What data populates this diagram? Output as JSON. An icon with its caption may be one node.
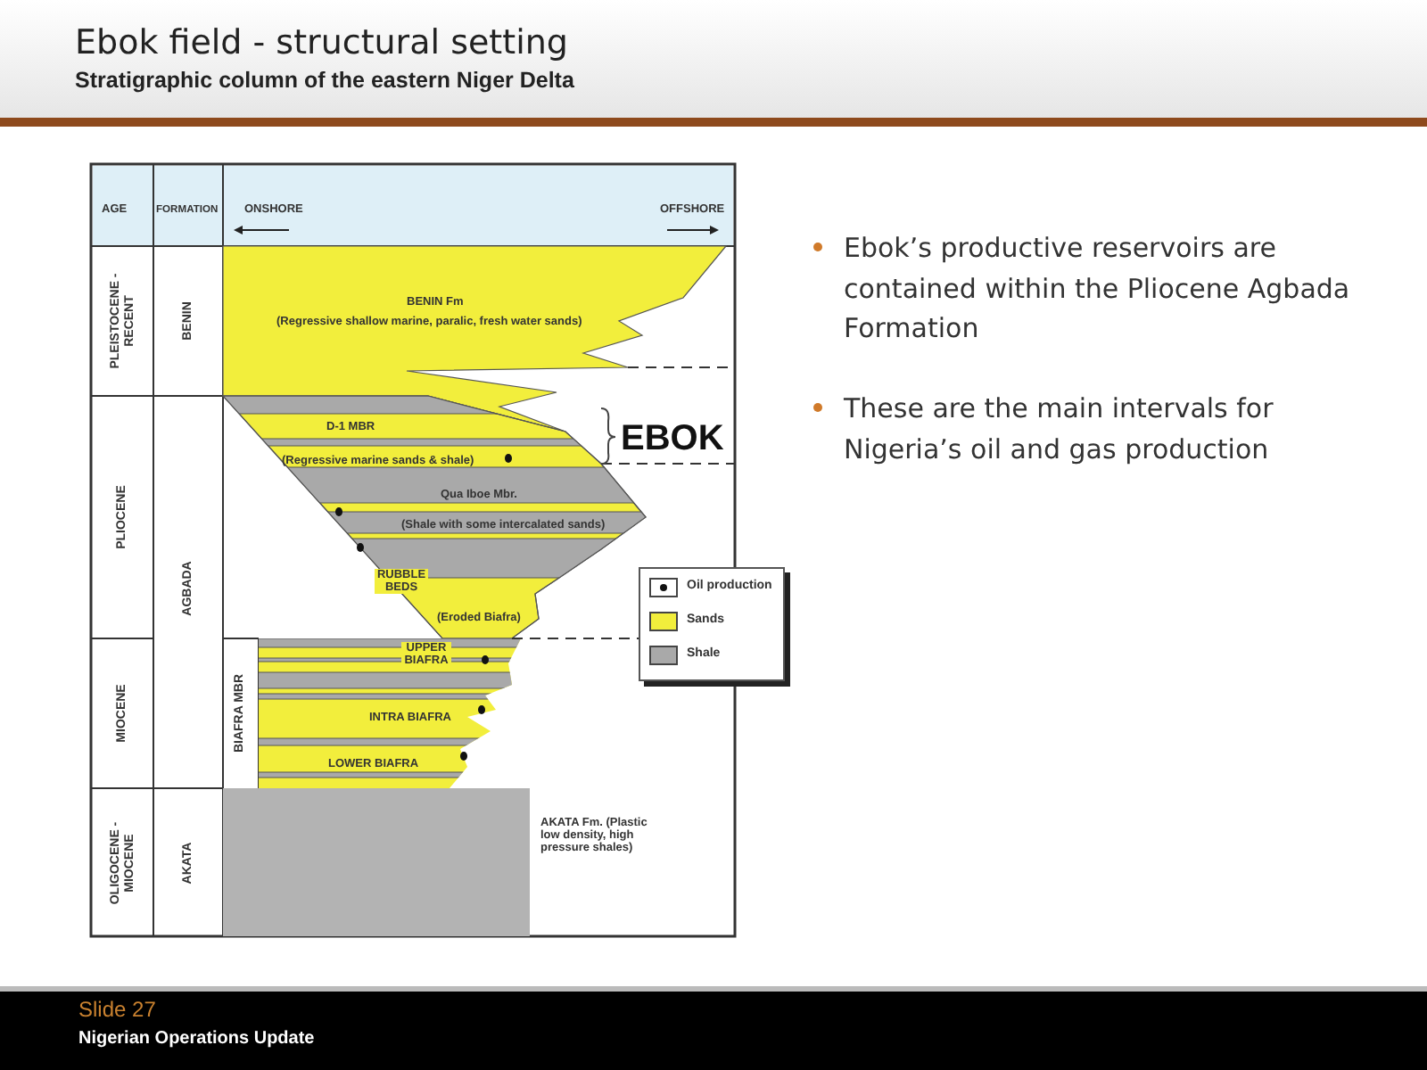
{
  "diagram": {
    "title": "Ebok field - structural setting",
    "labels": [
      "Stratigraphic column of the eastern Niger Delta",
      "AGE",
      "FORMATION",
      "ONSHORE",
      "OFFSHORE",
      "PLEISTOCENE - RECENT",
      "BENIN",
      "BENIN Fm",
      "(Regressive shallow marine, paralic, fresh water sands)",
      "PLIOCENE",
      "AGBADA",
      "D-1 MBR",
      "EBOK",
      "(Regressive marine sands & shale)",
      "Qua Iboe Mbr.",
      "(Shale with some intercalated sands)",
      "RUBBLE BEDS",
      "(Eroded Biafra)",
      "MIOCENE",
      "BIAFRA MBR",
      "UPPER BIAFRA",
      "INTRA BIAFRA",
      "LOWER BIAFRA",
      "OLIGOCENE - MIOCENE",
      "AKATA",
      "AKATA Fm. (Plastic low density, high pressure shales)",
      "Ebok’s productive reservoirs are contained within the Pliocene Agbada Formation",
      "These are the main intervals for Nigeria’s oil and gas production",
      "Slide 27",
      "Nigerian Operations Update"
    ],
    "legend": [
      {
        "text": "Oil production"
      },
      {
        "text": "Sands",
        "color": "#f2ee3c"
      },
      {
        "text": "Shale",
        "color": "#a9a9a9"
      }
    ]
  }
}
